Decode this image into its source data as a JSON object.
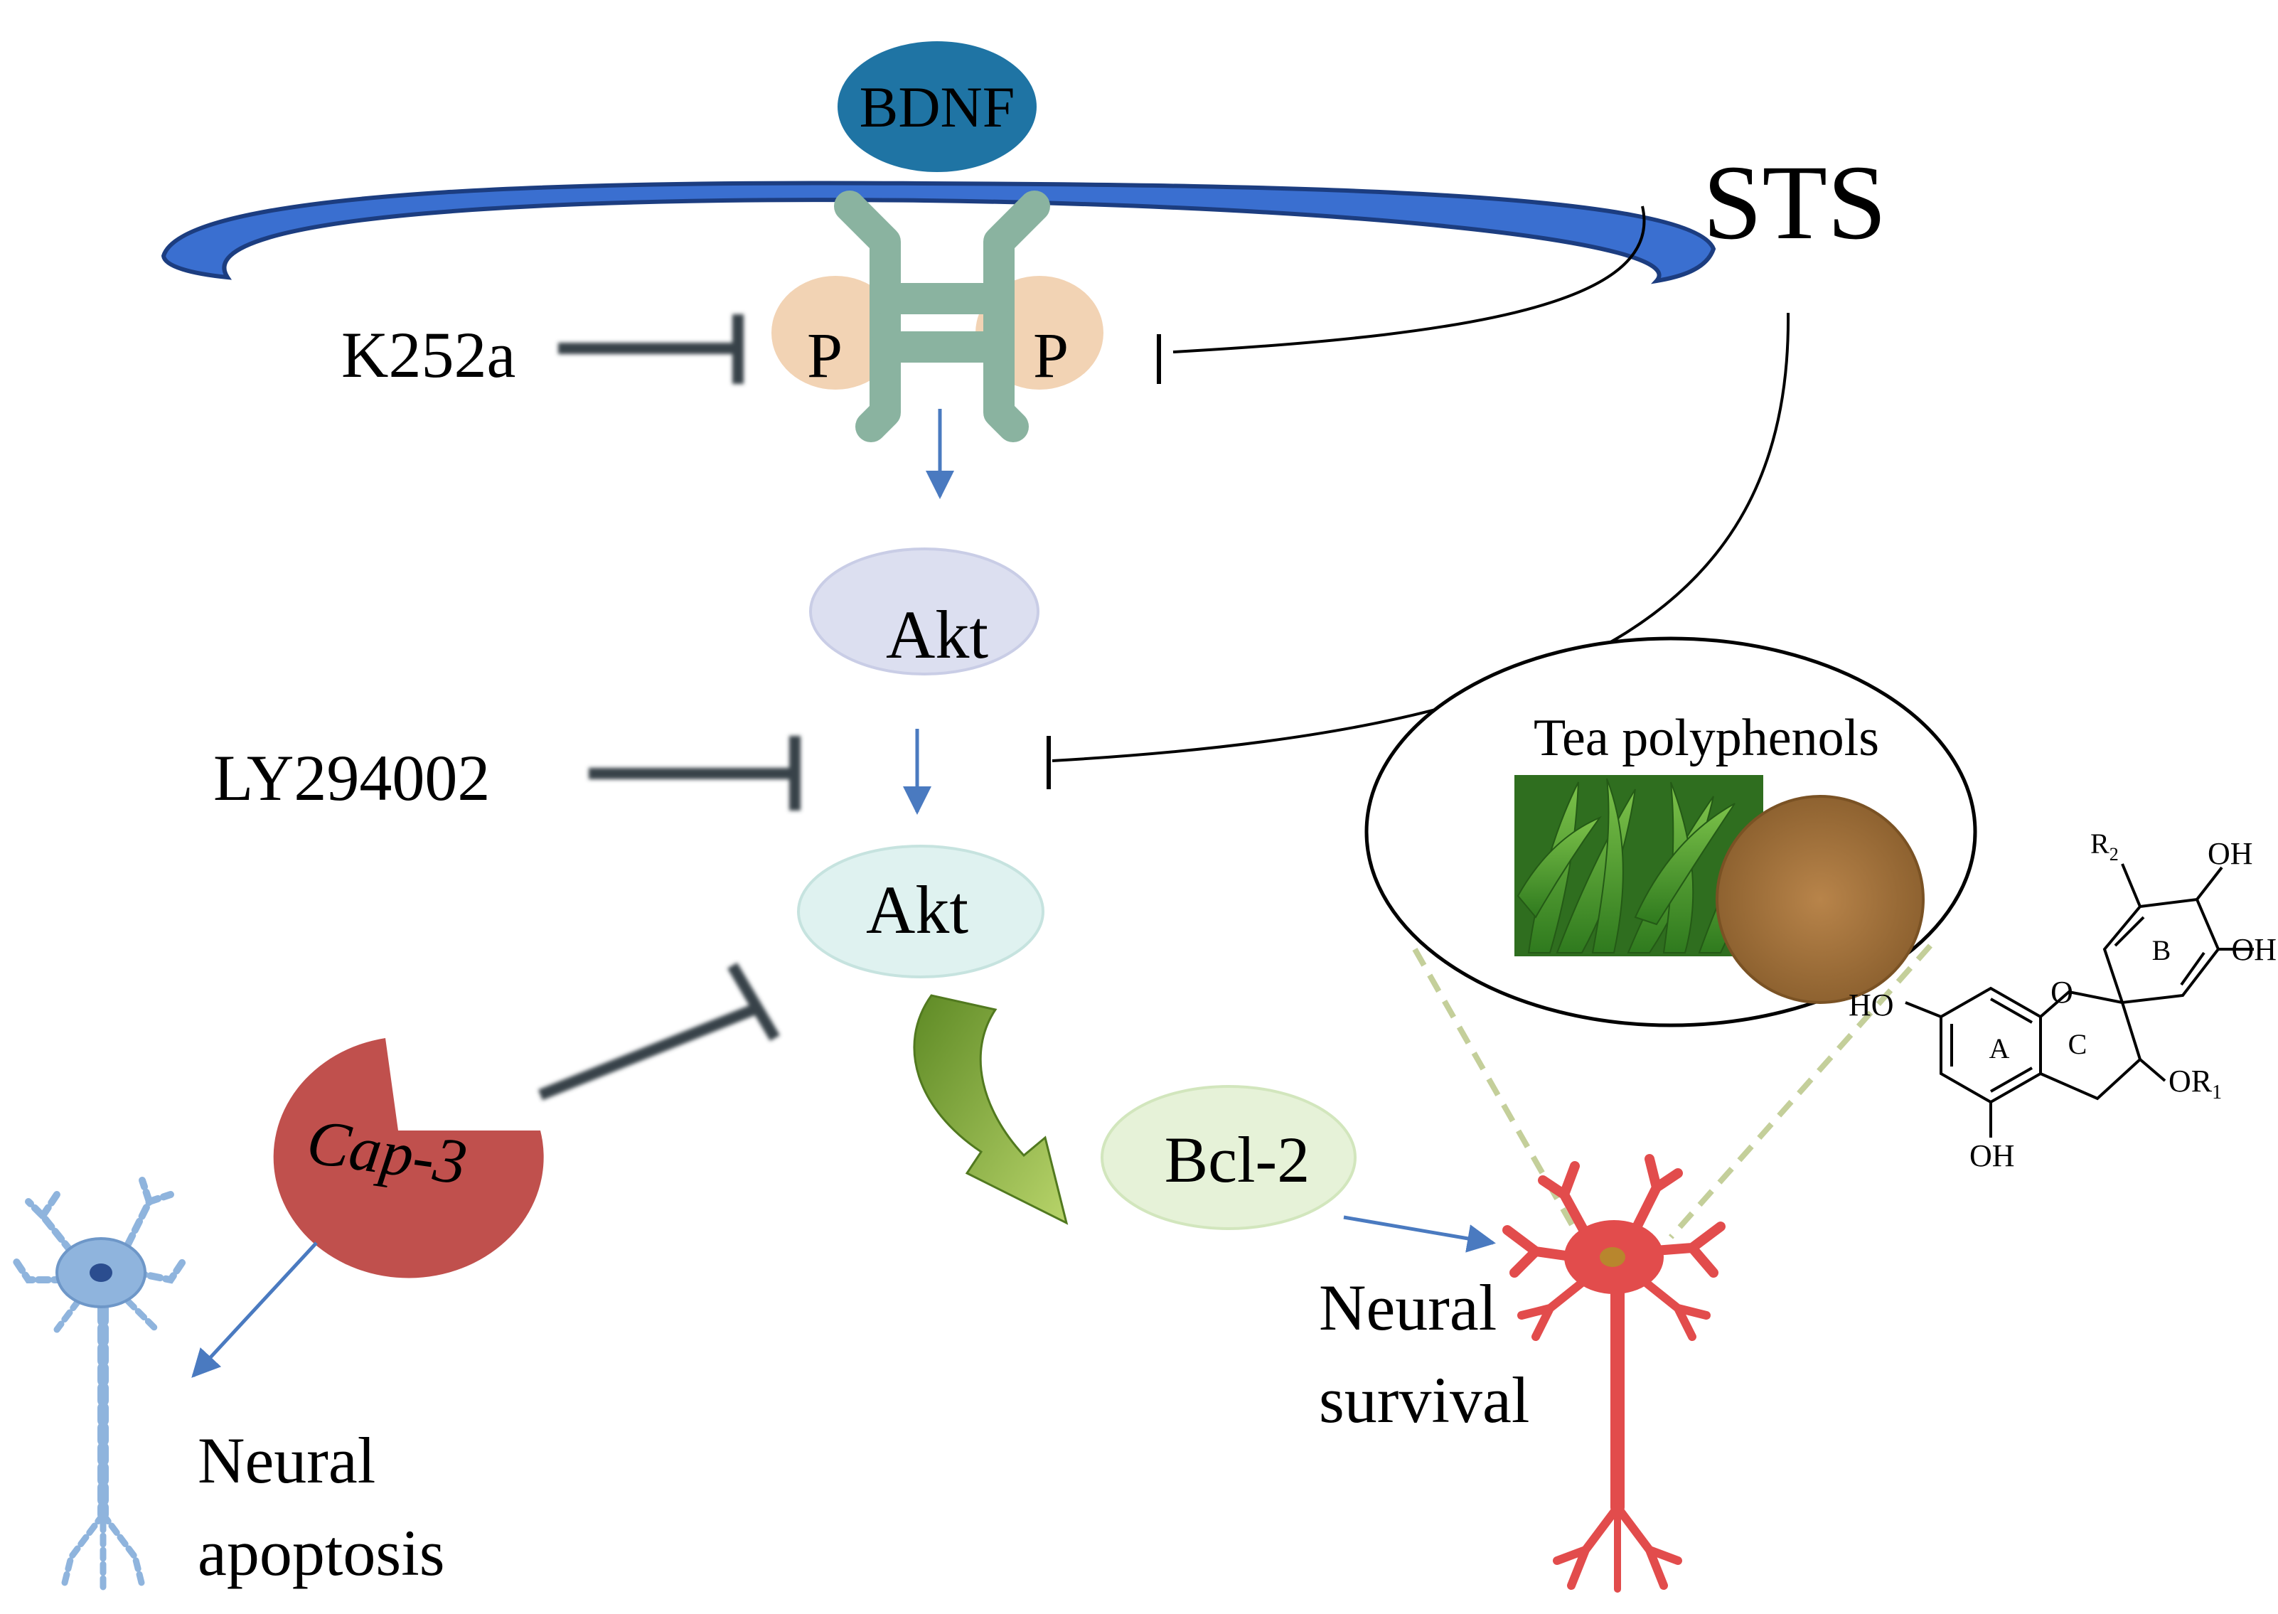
{
  "labels": {
    "bdnf": "BDNF",
    "sts": "STS",
    "k252a": "K252a",
    "p_left": "P",
    "p_right": "P",
    "akt_top": "Akt",
    "akt_bottom": "Akt",
    "ly294002": "LY294002",
    "cap3": "Cap-3",
    "bcl2": "Bcl-2",
    "tea": "Tea polyphenols",
    "survival_1": "Neural",
    "survival_2": "survival",
    "apoptosis_1": "Neural",
    "apoptosis_2": "apoptosis"
  },
  "structure": {
    "ring_a": "A",
    "ring_b": "B",
    "ring_c": "C",
    "r2": "R",
    "r2_sub": "2",
    "r1": "OR",
    "r1_sub": "1",
    "oh_top": "OH",
    "oh_right": "OH",
    "ho_left": "HO",
    "oh_bottom": "OH",
    "o_ring": "O"
  },
  "colors": {
    "bdnf": "#1f74a4",
    "membrane": "#3a6fd0",
    "receptor": "#8ab3a0",
    "phosphate": "#f2d3b4",
    "akt_top": "#dcdff0",
    "akt_bottom": "#dff2f0",
    "bcl2": "#e6f2d8",
    "cap3": "#c0504d",
    "inhibit": "#38424a",
    "arrow_blue": "#4a7ac0",
    "curve_arrow": "#6f9a2c",
    "neuron_red": "#e24c4c",
    "neuron_blue": "#8fb4dd",
    "leaf_green": "#3f9a2a",
    "powder": "#a9783f"
  }
}
